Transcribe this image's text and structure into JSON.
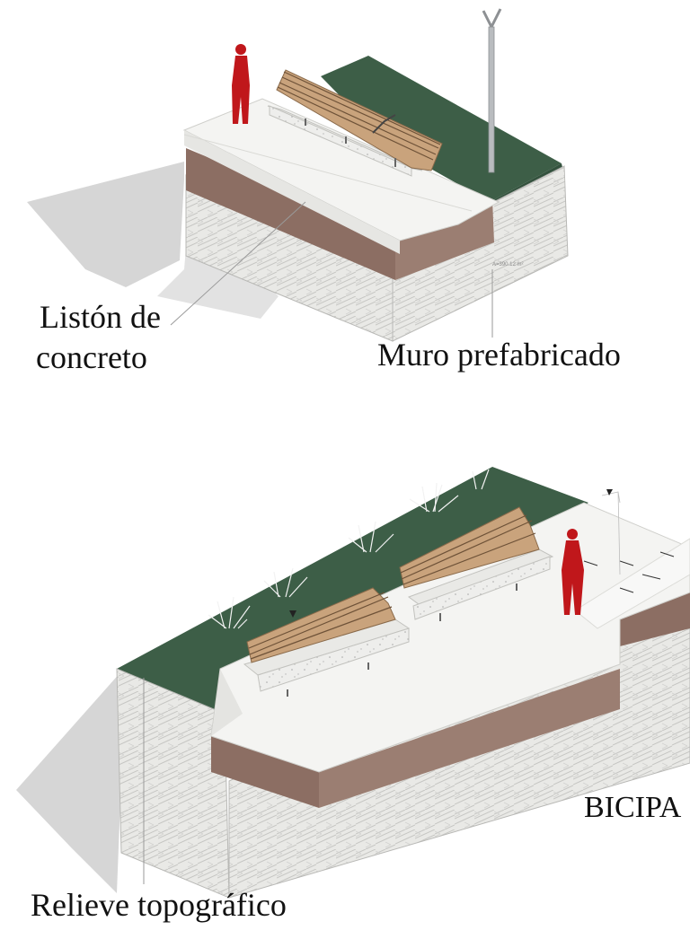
{
  "labels": {
    "liston_line1": "Listón de",
    "liston_line2": "concreto",
    "muro": "Muro prefabricado",
    "bicipa": "BICIPA",
    "relieve": "Relieve topográfico"
  },
  "dimension_tag": "A=390.12 m²",
  "colors": {
    "concrete_top": "#f4f4f2",
    "brick_face": "#e9e9e6",
    "brown_band": "#8c6e63",
    "green_wall": "#3d5e47",
    "wood_slat": "#c9a37c",
    "figure_red": "#c0171b",
    "shadow": "#d4d4d4",
    "pole": "#b9bcbf"
  }
}
